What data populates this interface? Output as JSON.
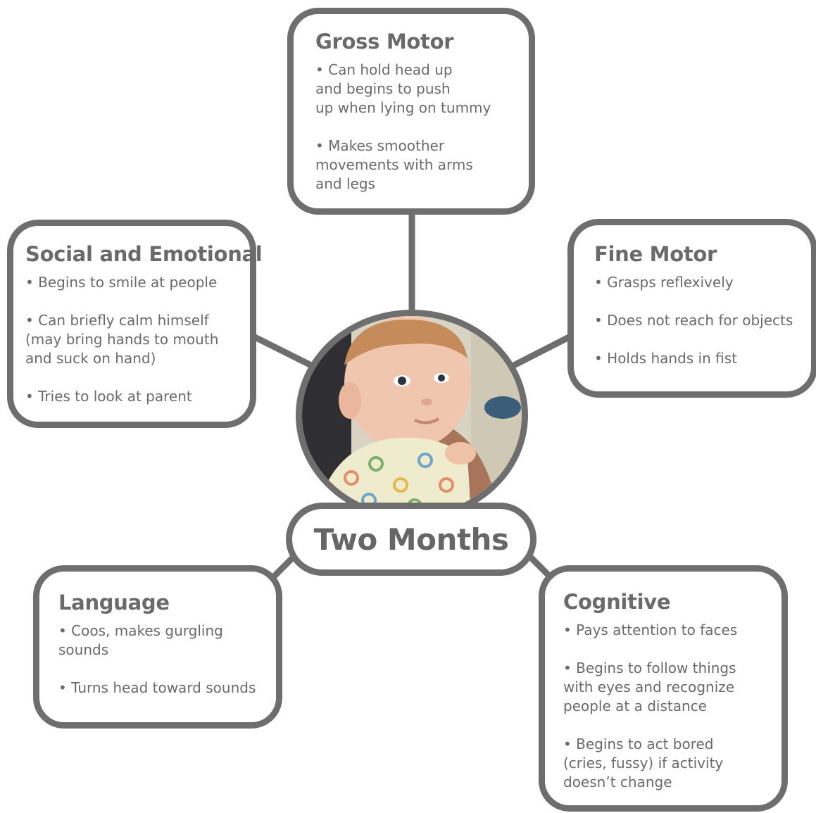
{
  "colors": {
    "outline": "#6e6e6e",
    "text": "#666666",
    "background": "#ffffff"
  },
  "center": {
    "title": "Two Months",
    "photo_icon": "baby-photo"
  },
  "cards": {
    "gross_motor": {
      "title": "Gross Motor",
      "items": [
        "• Can hold head up\nand begins to push\nup when lying on tummy",
        "• Makes smoother\nmovements with arms\nand legs"
      ]
    },
    "social_emotional": {
      "title": "Social and Emotional",
      "items": [
        "• Begins to smile at people",
        "• Can briefly calm himself\n(may bring hands to mouth\nand suck on hand)",
        "• Tries to look at parent"
      ]
    },
    "fine_motor": {
      "title": "Fine Motor",
      "items": [
        "• Grasps reflexively",
        "• Does not reach for objects",
        "• Holds hands in fist"
      ]
    },
    "language": {
      "title": "Language",
      "items": [
        "• Coos, makes gurgling\nsounds",
        "• Turns head toward sounds"
      ]
    },
    "cognitive": {
      "title": "Cognitive",
      "items": [
        "• Pays attention to faces",
        "• Begins to follow things\nwith eyes and recognize\npeople at a distance",
        "• Begins to act bored\n(cries, fussy) if activity\ndoesn’t change"
      ]
    }
  }
}
